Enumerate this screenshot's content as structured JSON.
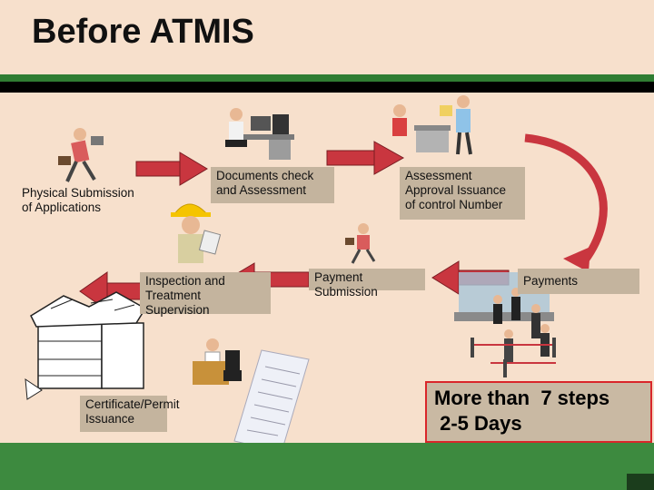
{
  "title": "Before ATMIS",
  "steps": {
    "physical": "Physical Submission of Applications",
    "documents": "Documents check and Assessment",
    "assessment": "Assessment Approval Issuance of control Number",
    "payments": "Payments",
    "payment_submission": "Payment Submission",
    "inspection": "Inspection and Treatment Supervision",
    "certificate": "Certificate/Permit Issuance"
  },
  "summary": {
    "line1": "More than  7 steps",
    "line2": " 2-5 Days"
  },
  "colors": {
    "background": "#f7e0cc",
    "arrow": "#c9363f",
    "label_box": "#c4b49e",
    "footer": "#3d8a3f",
    "highlight_border": "#d9262a"
  }
}
